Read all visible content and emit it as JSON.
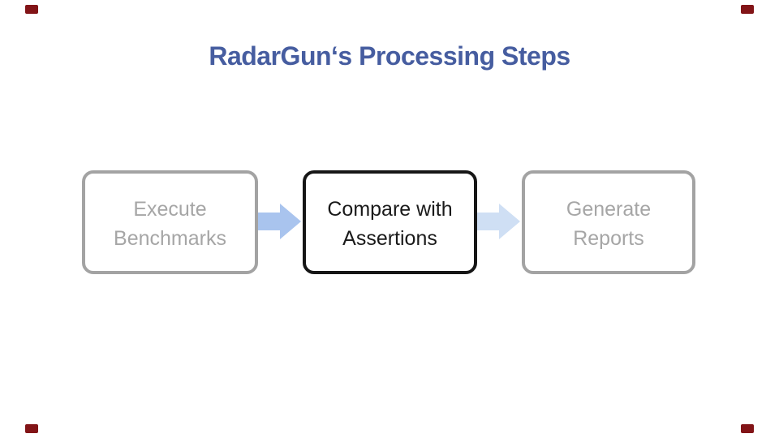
{
  "slide": {
    "title": "RadarGun‘s Processing Steps",
    "diagram": {
      "steps": [
        {
          "line1": "Execute",
          "line2": "Benchmarks",
          "label": "Execute Benchmarks",
          "state": "inactive"
        },
        {
          "line1": "Compare with",
          "line2": "Assertions",
          "label": "Compare with Assertions",
          "state": "active"
        },
        {
          "line1": "Generate",
          "line2": "Reports",
          "label": "Generate Reports",
          "state": "inactive"
        }
      ],
      "arrows": [
        {
          "name": "arrow-execute-to-compare",
          "color": "#A9C4EE"
        },
        {
          "name": "arrow-compare-to-generate",
          "color": "#CFDFF4"
        }
      ]
    },
    "corner_marks": [
      "top-left",
      "top-right",
      "bottom-left",
      "bottom-right"
    ],
    "colors": {
      "background": "#FFFFFF",
      "title_text": "#465DA0",
      "inactive_border": "#A3A3A3",
      "inactive_text": "#A6A6A6",
      "active_border": "#161616",
      "active_text": "#1A1A1A",
      "arrow_1": "#A9C4EE",
      "arrow_2": "#CFDFF4",
      "corner_mark": "#821417"
    }
  }
}
